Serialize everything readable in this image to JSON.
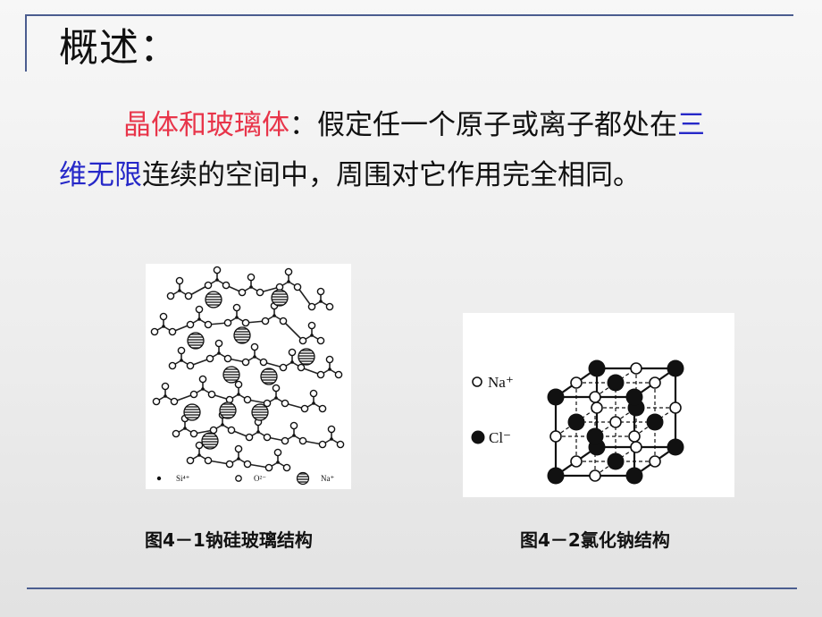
{
  "slide": {
    "title": "概述：",
    "paragraph": {
      "term": "晶体和玻璃体",
      "part1": "：假定任一个原子或离子都处在",
      "emphasis": "三维无限",
      "part2": "连续的空间中，周围对它作用完全相同。"
    },
    "figures": [
      {
        "caption": "图4－1钠硅玻璃结构",
        "legend": [
          {
            "symbol": "small-dot",
            "label": "Si⁴⁺"
          },
          {
            "symbol": "open-circle",
            "label": "O²⁻"
          },
          {
            "symbol": "hatched-circle",
            "label": "Na⁺"
          }
        ]
      },
      {
        "caption": "图4－2氯化钠结构",
        "legend": [
          {
            "symbol": "open-circle",
            "label": "Na⁺"
          },
          {
            "symbol": "filled-circle",
            "label": "Cl⁻"
          }
        ]
      }
    ]
  },
  "colors": {
    "term": "#e8354a",
    "emphasis": "#2628c8",
    "rule": "#4b5d8f"
  }
}
